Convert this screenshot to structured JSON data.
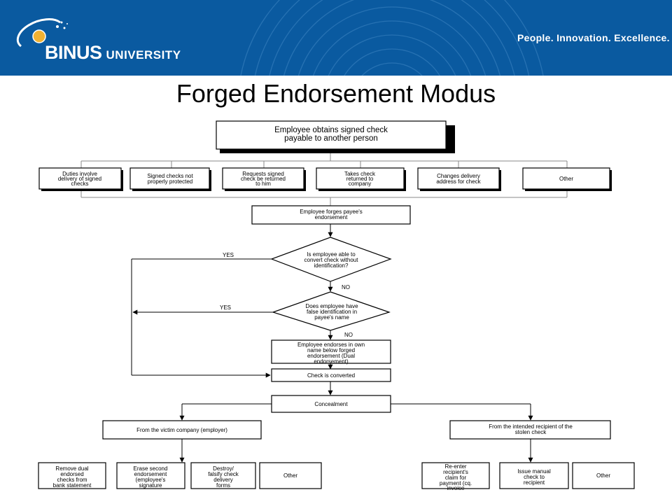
{
  "header": {
    "logo_main": "BINUS",
    "logo_sub": "UNIVERSITY",
    "tagline": "People. Innovation. Excellence.",
    "bg_color": "#0a5aa0",
    "logo_accent_color": "#f2b233"
  },
  "slide": {
    "title": "Forged Endorsement Modus"
  },
  "flowchart": {
    "start": "Employee obtains signed check payable to another person",
    "methods": [
      "Duties involve delivery of signed checks",
      "Signed checks not properly protected",
      "Requests signed check be returned to him",
      "Takes check returned to company",
      "Changes delivery address for check",
      "Other"
    ],
    "forge": "Employee forges payee's endorsement",
    "decision1": "Is employee able to convert check without identification?",
    "decision2": "Does employee have false identification in payee's name",
    "yes_label": "YES",
    "no_label": "NO",
    "dual": "Employee endorses in own name below forged endorsement (Dual endorsement)",
    "converted": "Check is converted",
    "concealment": "Concealment",
    "victim_branch": "From the victim company (employer)",
    "recipient_branch": "From the intended recipient of the stolen check",
    "victim_actions": [
      "Remove dual endorsed checks from bank statement",
      "Erase second endorsement (employee's signature",
      "Destroy/ falsify check delivery forms",
      "Other"
    ],
    "recipient_actions": [
      "Re-enter recipient's claim for payment (cq. invoice",
      "Issue manual check to recipient",
      "Other"
    ]
  }
}
